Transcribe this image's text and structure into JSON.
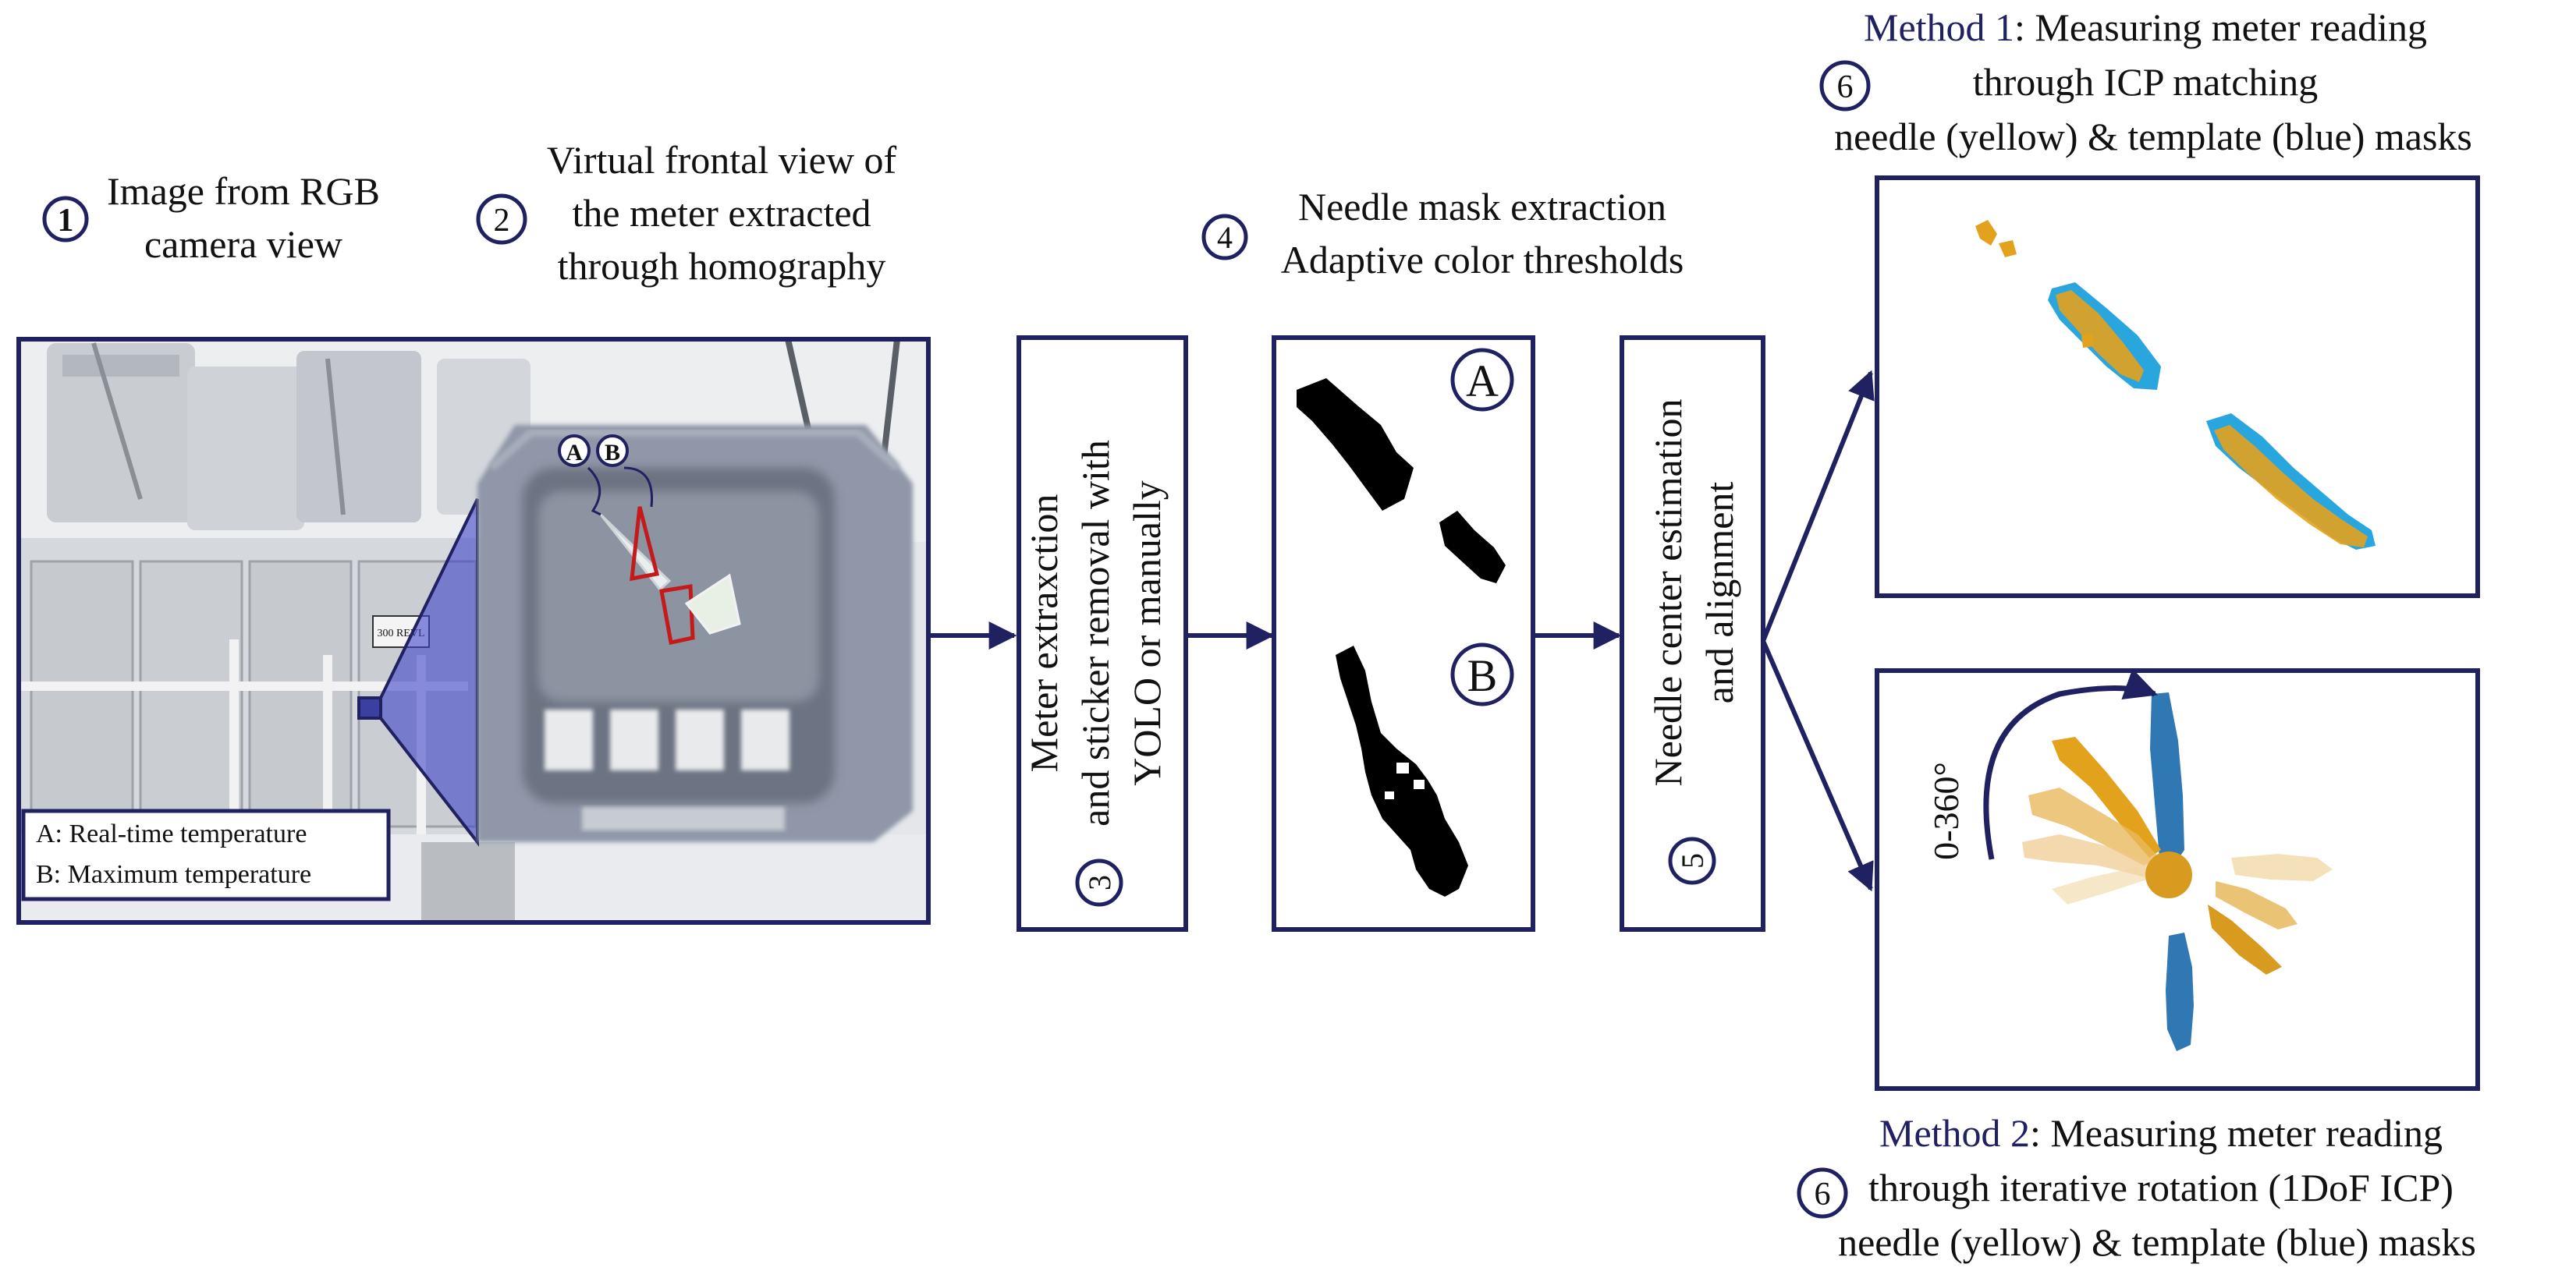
{
  "colors": {
    "frame": "#1f2160",
    "needle_yellow": "#e3a21c",
    "template_blue": "#2aa6df",
    "template_blue_dark": "#2f78b3",
    "mask_black": "#000000",
    "highlight_red": "#c41a1a"
  },
  "step1": {
    "number": "1",
    "line1": "Image from RGB",
    "line2": "camera view"
  },
  "step2": {
    "number": "2",
    "line1": "Virtual frontal view of",
    "line2": "the meter extracted",
    "line3": "through homography"
  },
  "step3": {
    "number": "3",
    "line1": "Meter extraxction",
    "line2": "and sticker removal with",
    "line3": "YOLO or manually"
  },
  "step4": {
    "number": "4",
    "line1": "Needle mask extraction",
    "line2": "Adaptive color thresholds",
    "mask_a": "A",
    "mask_b": "B"
  },
  "step5": {
    "number": "5",
    "line1": "Needle center estimation",
    "line2": "and alignment"
  },
  "method1": {
    "number": "6",
    "prefix": "Method 1",
    "colon_rest": ": Measuring meter reading",
    "line2": "through ICP matching",
    "line3": "needle (yellow) & template (blue) masks"
  },
  "method2": {
    "number": "6",
    "prefix": "Method 2",
    "colon_rest": ": Measuring meter reading",
    "line2": "through iterative rotation (1DoF ICP)",
    "line3": "needle (yellow) & template (blue) masks",
    "angle_label": "0-360°"
  },
  "photo": {
    "marker_a": "A",
    "marker_b": "B",
    "legend_a": "A: Real-time temperature",
    "legend_b": "B: Maximum temperature",
    "sign_text": "300 REVL"
  }
}
